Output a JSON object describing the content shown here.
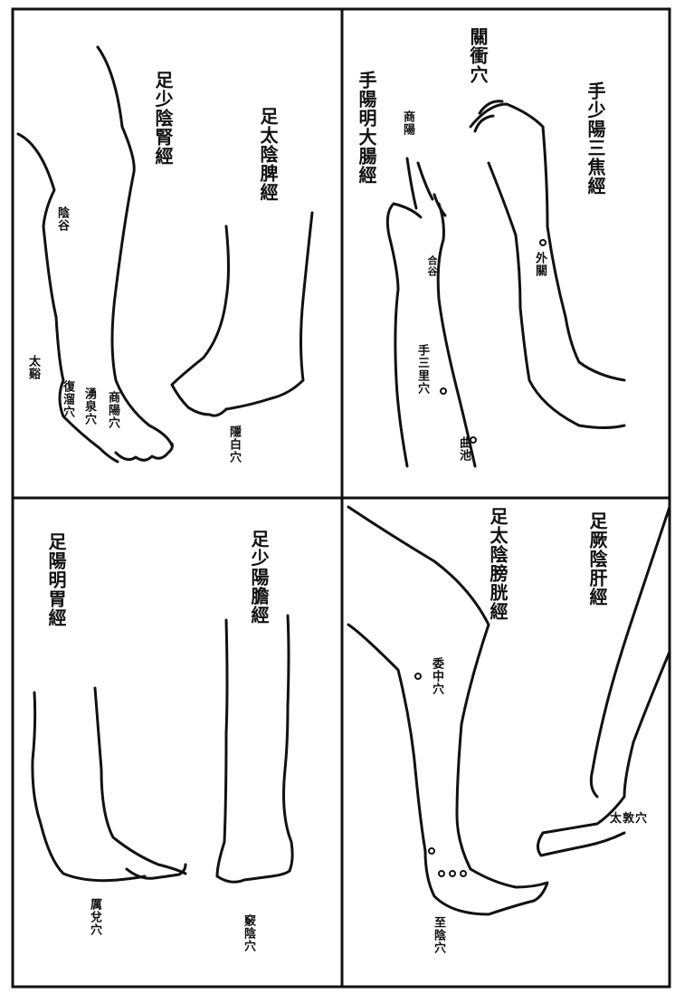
{
  "panels": {
    "top_left": {
      "title_a": "足少陰腎經",
      "title_b": "足太陰脾經",
      "labels": [
        "陰谷",
        "太谿",
        "復溜穴",
        "湧泉穴",
        "商陽穴",
        "隱白穴"
      ]
    },
    "top_right": {
      "title_a": "手陽明大腸經",
      "title_b": "手少陽三焦經",
      "title_c": "關衝穴",
      "labels": [
        "商陽",
        "合谷",
        "手三里穴",
        "曲池",
        "外關"
      ]
    },
    "bottom_left": {
      "title_a": "足陽明胃經",
      "title_b": "足少陽膽經",
      "labels": [
        "厲兌穴",
        "竅陰穴"
      ]
    },
    "bottom_right": {
      "title_a": "足太陰膀胱經",
      "title_b": "足厥陰肝經",
      "labels": [
        "委中穴",
        "至陰穴",
        "太敦穴"
      ]
    }
  },
  "colors": {
    "ink": "#111111",
    "paper": "#ffffff"
  }
}
